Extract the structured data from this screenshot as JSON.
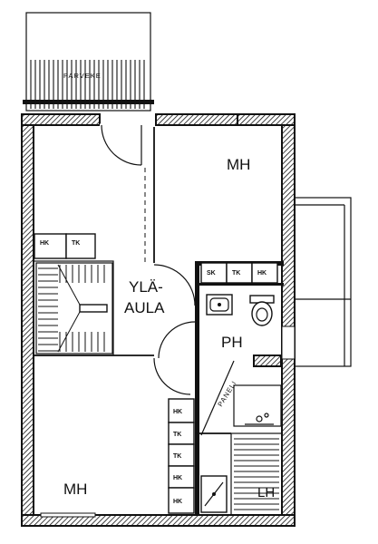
{
  "labels": {
    "balcony": "PARVEKE",
    "room_top_right": "MH",
    "room_bottom_left": "MH",
    "hall_line1": "YLÄ-",
    "hall_line2": "AULA",
    "bathroom": "PH",
    "panel": "PANELI",
    "landing": "LH"
  },
  "cabinets": {
    "hall": [
      "HK",
      "TK"
    ],
    "bath": [
      "SK",
      "TK",
      "HK"
    ],
    "column": [
      "HK",
      "TK",
      "TK",
      "HK",
      "HK"
    ]
  }
}
